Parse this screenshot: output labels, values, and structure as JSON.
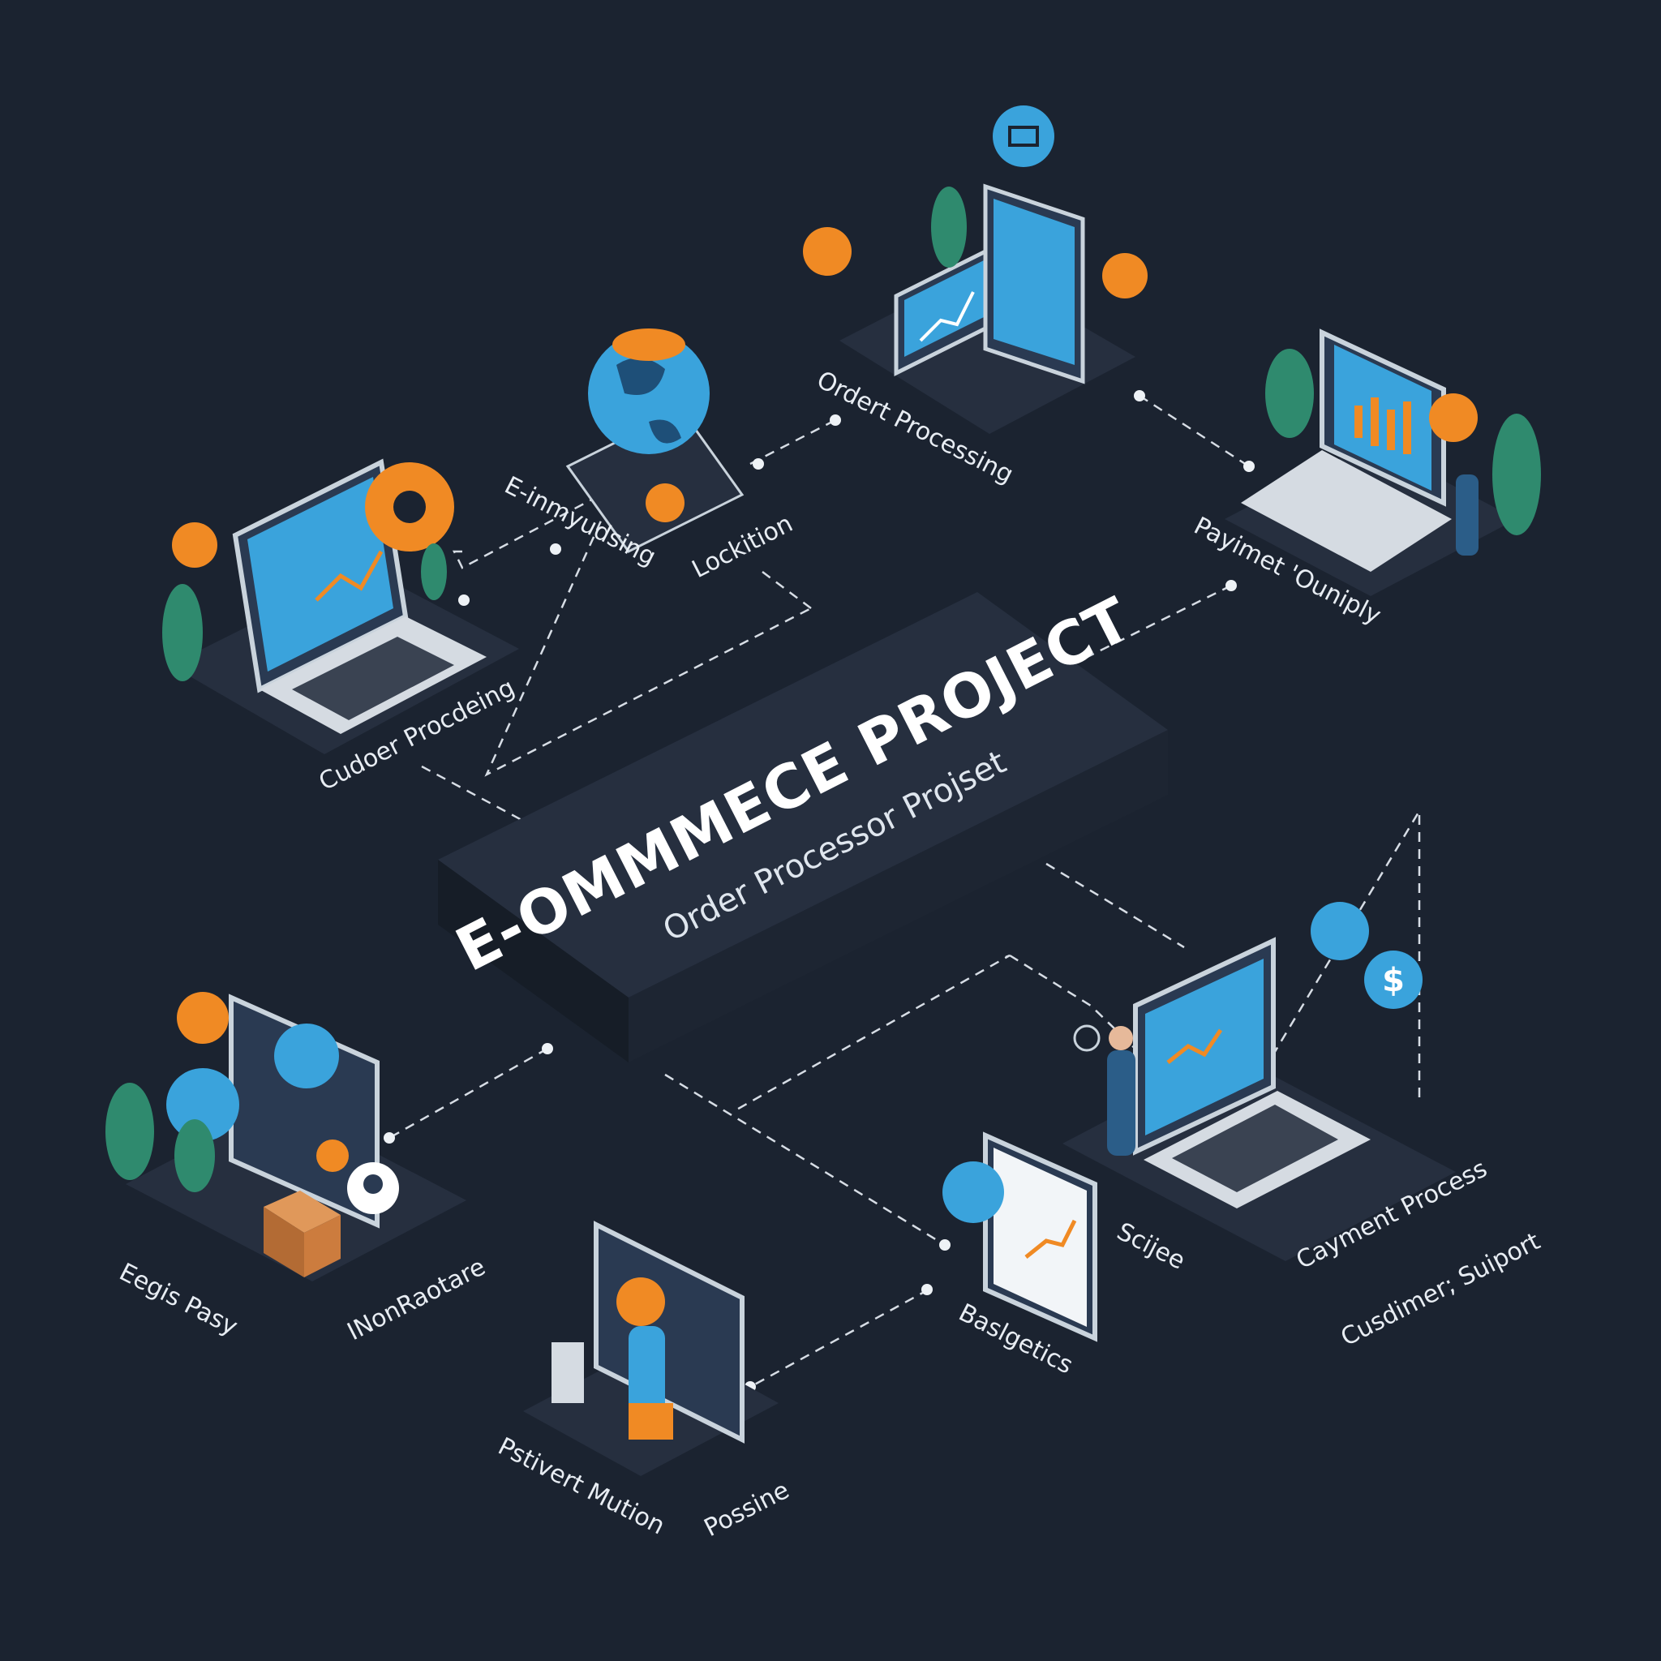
{
  "diagram": {
    "title": "E-OMMMECE PROJECT",
    "subtitle": "Order Processor Projset",
    "colors": {
      "background": "#1b2330",
      "platform": "#262f3f",
      "platform_side": "#171e29",
      "screen": "#3aa3dc",
      "accent_orange": "#f08a24",
      "plant": "#2f8a6e",
      "connector": "#d7dde5"
    },
    "labels": {
      "customer_processing": "Cudoer Procdeing",
      "e_inmyudsing": "E-inmyudsing",
      "lockition": "Lockition",
      "order_processing": "Ordert Processing",
      "payment_ouniply": "Payimet 'Ouniply",
      "eegis_pasy": "Eegis Pasy",
      "inventory": "INonRaotare",
      "patient_mution": "Pstivert Mution",
      "possine": "Possine",
      "baslgetics": "Baslgetics",
      "scie": "Scijee",
      "cayment_process": "Cayment Process",
      "customer_support": "Cusdimer; Suiport"
    },
    "icons": {
      "mail": "mail-icon",
      "gear": "gear-icon",
      "lock": "lock-icon",
      "dollar": "dollar-icon",
      "globe": "globe-icon",
      "user": "user-icon",
      "box": "box-icon",
      "cart": "cart-icon",
      "chart": "chart-icon"
    }
  }
}
